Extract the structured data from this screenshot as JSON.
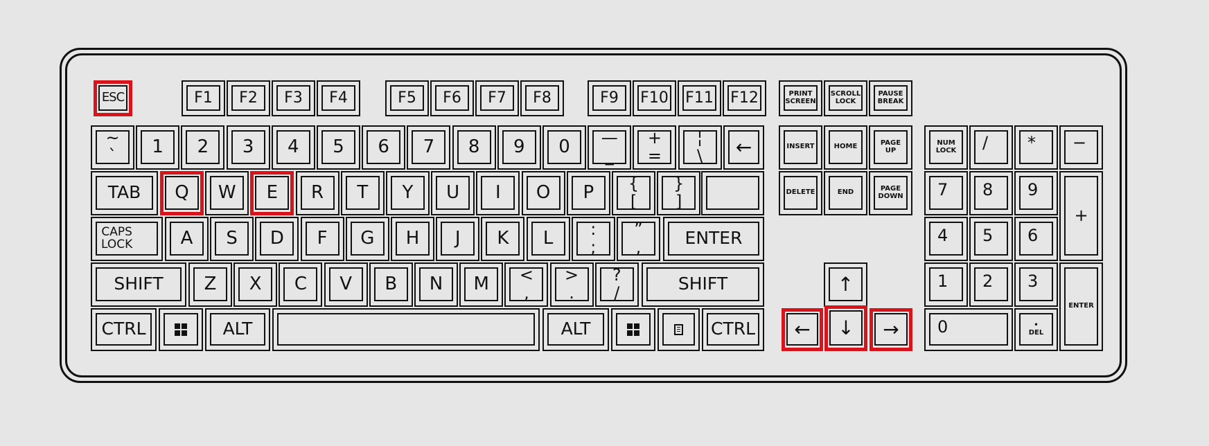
{
  "keyboard": {
    "highlight_color": "#d6141c",
    "esc": "ESC",
    "function_keys": [
      "F1",
      "F2",
      "F3",
      "F4",
      "F5",
      "F6",
      "F7",
      "F8",
      "F9",
      "F10",
      "F11",
      "F12"
    ],
    "system_keys": [
      "PRINT\nSCREEN",
      "SCROLL\nLOCK",
      "PAUSE\nBREAK"
    ],
    "number_row": [
      {
        "label": "~\n`"
      },
      {
        "label": "1"
      },
      {
        "label": "2"
      },
      {
        "label": "3"
      },
      {
        "label": "4"
      },
      {
        "label": "5"
      },
      {
        "label": "6"
      },
      {
        "label": "7"
      },
      {
        "label": "8"
      },
      {
        "label": "9"
      },
      {
        "label": "0"
      },
      {
        "label": "—\n_"
      },
      {
        "label": "+\n="
      },
      {
        "label": "¦\n\\"
      },
      {
        "label": "←"
      }
    ],
    "row_q": [
      "TAB",
      "Q",
      "W",
      "E",
      "R",
      "T",
      "Y",
      "U",
      "I",
      "O",
      "P",
      "{\n[",
      "}\n]"
    ],
    "row_a": [
      "CAPS\nLOCK",
      "A",
      "S",
      "D",
      "F",
      "G",
      "H",
      "J",
      "K",
      "L",
      ":\n;",
      "”\n,",
      "ENTER"
    ],
    "row_z": [
      "SHIFT",
      "Z",
      "X",
      "C",
      "V",
      "B",
      "N",
      "M",
      "<\n,",
      ">\n.",
      "?\n/",
      "SHIFT"
    ],
    "row_bottom": [
      "CTRL",
      "win",
      "ALT",
      "",
      "ALT",
      "win",
      "menu",
      "CTRL"
    ],
    "nav_keys": [
      "INSERT",
      "HOME",
      "PAGE\nUP",
      "DELETE",
      "END",
      "PAGE\nDOWN"
    ],
    "arrows": [
      "↑",
      "←",
      "↓",
      "→"
    ],
    "numpad": [
      "NUM\nLOCK",
      "/",
      "*",
      "−",
      "7",
      "8",
      "9",
      "+",
      "4",
      "5",
      "6",
      "1",
      "2",
      "3",
      "ENTER",
      "0",
      "•\nDEL"
    ],
    "highlighted_keys": [
      "ESC",
      "Q",
      "E",
      "←",
      "↓",
      "→"
    ]
  }
}
